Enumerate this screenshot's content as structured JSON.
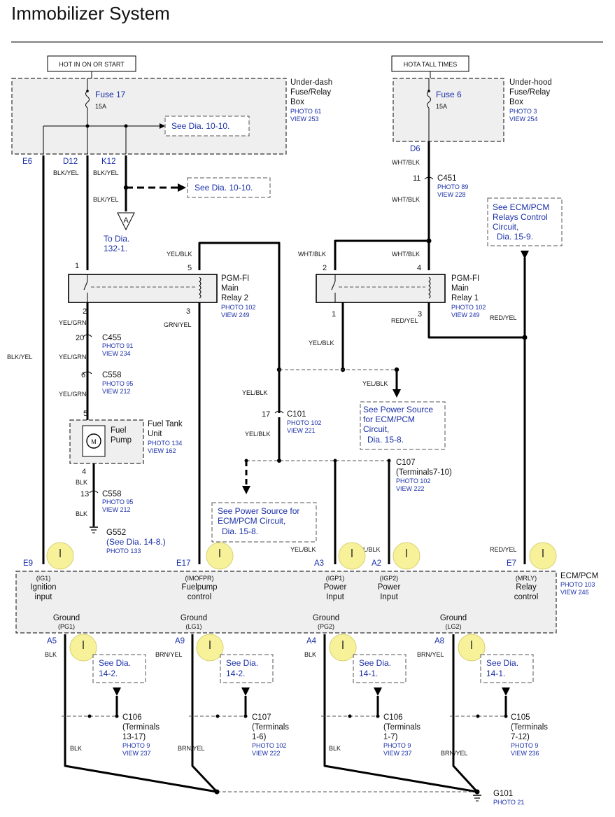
{
  "title": "Immobilizer System",
  "hot_labels": {
    "left": "HOT IN ON OR START",
    "right": "HOTA TALL TIMES"
  },
  "underdash": {
    "fuse": "Fuse 17",
    "amps": "15A",
    "line1": "Under-dash",
    "line2": "Fuse/Relay",
    "line3": "Box",
    "photo": "PHOTO 61",
    "view": "VIEW 253",
    "see_dia": "See Dia.  10-10."
  },
  "underhood": {
    "fuse": "Fuse 6",
    "amps": "15A",
    "line1": "Under-hood",
    "line2": "Fuse/Relay",
    "line3": "Box",
    "photo": "PHOTO 3",
    "view": "VIEW 254"
  },
  "pins": {
    "e6": "E6",
    "d12": "D12",
    "k12": "K12",
    "d6": "D6",
    "e9": "E9",
    "e17": "E17",
    "a3": "A3",
    "a2": "A2",
    "e7": "E7",
    "a5": "A5",
    "a9": "A9",
    "a4": "A4",
    "a8": "A8"
  },
  "wires": {
    "blk_yel": "BLK/YEL",
    "wht_blk": "WHT/BLK",
    "yel_blk": "YEL/BLK",
    "yel_grn": "YEL/GRN",
    "grn_yel": "GRN/YEL",
    "red_yel": "RED/YEL",
    "blk": "BLK",
    "brn_yel": "BRN/YEL"
  },
  "see_dia_k12": "See Dia.  10-10.",
  "to_dia": {
    "marker": "A",
    "line1": "To Dia.",
    "line2": "132-1."
  },
  "c451": {
    "pin": "11",
    "name": "C451",
    "photo": "PHOTO 89",
    "view": "VIEW 228"
  },
  "ecm_relays_ref": {
    "line1": "See ECM/PCM",
    "line2": "Relays Control",
    "line3": "Circuit,",
    "line4": "Dia.  15-9."
  },
  "relay2": {
    "pin1": "1",
    "pin5": "5",
    "pin2": "2",
    "pin3": "3",
    "name1": "PGM-FI",
    "name2": "Main",
    "name3": "Relay 2",
    "photo": "PHOTO 102",
    "view": "VIEW 249"
  },
  "relay1": {
    "pin2": "2",
    "pin4": "4",
    "pin1": "1",
    "pin3": "3",
    "name1": "PGM-FI",
    "name2": "Main",
    "name3": "Relay 1",
    "photo": "PHOTO 102",
    "view": "VIEW 249"
  },
  "c455": {
    "pin": "20",
    "name": "C455",
    "photo": "PHOTO 91",
    "view": "VIEW 234"
  },
  "c558a": {
    "pin": "6",
    "name": "C558",
    "photo": "PHOTO 95",
    "view": "VIEW 212"
  },
  "fuel_tank": {
    "pin_top": "5",
    "pin_bottom": "4",
    "motor": "M",
    "pump1": "Fuel",
    "pump2": "Pump",
    "name1": "Fuel Tank",
    "name2": "Unit",
    "photo": "PHOTO 134",
    "view": "VIEW 162"
  },
  "c558b": {
    "pin": "13",
    "name": "C558",
    "photo": "PHOTO 95",
    "view": "VIEW 212"
  },
  "g552": {
    "name": "G552",
    "see": "(See Dia.  14-8.)",
    "photo": "PHOTO 133"
  },
  "c101": {
    "pin": "17",
    "name": "C101",
    "photo": "PHOTO 102",
    "view": "VIEW 221"
  },
  "ps_ref1": {
    "line1": "See Power Source",
    "line2": "for ECM/PCM",
    "line3": "Circuit,",
    "line4": "Dia.  15-8."
  },
  "ps_ref2": {
    "line1": "See Power Source for",
    "line2": "ECM/PCM Circuit,",
    "line3": "Dia.  15-8."
  },
  "c107_top": {
    "name": "C107",
    "terms": "(Terminals7-10)",
    "photo": "PHOTO 102",
    "view": "VIEW 222"
  },
  "ecm": {
    "name": "ECM/PCM",
    "photo": "PHOTO 103",
    "view": "VIEW 246",
    "inputs": [
      {
        "code": "(IG1)",
        "l1": "Ignition",
        "l2": "input"
      },
      {
        "code": "(IMOFPR)",
        "l1": "Fuelpump",
        "l2": "control"
      },
      {
        "code": "(IGP1)",
        "l1": "Power",
        "l2": "Input"
      },
      {
        "code": "(IGP2)",
        "l1": "Power",
        "l2": "Input"
      },
      {
        "code": "(MRLY)",
        "l1": "Relay",
        "l2": "control"
      }
    ],
    "grounds": [
      {
        "l1": "Ground",
        "code": "(PG1)"
      },
      {
        "l1": "Ground",
        "code": "(LG1)"
      },
      {
        "l1": "Ground",
        "code": "(PG2)"
      },
      {
        "l1": "Ground",
        "code": "(LG2)"
      }
    ]
  },
  "ground_refs": [
    {
      "l1": "See Dia.",
      "l2": "14-2."
    },
    {
      "l1": "See Dia.",
      "l2": "14-2."
    },
    {
      "l1": "See Dia.",
      "l2": "14-1."
    },
    {
      "l1": "See Dia.",
      "l2": "14-1."
    }
  ],
  "bottom_connectors": [
    {
      "name": "C106",
      "t1": "(Terminals",
      "t2": "13-17)",
      "photo": "PHOTO 9",
      "view": "VIEW 237"
    },
    {
      "name": "C107",
      "t1": "(Terminals",
      "t2": "1-6)",
      "photo": "PHOTO 102",
      "view": "VIEW 222"
    },
    {
      "name": "C106",
      "t1": "(Terminals",
      "t2": "1-7)",
      "photo": "PHOTO 9",
      "view": "VIEW 237"
    },
    {
      "name": "C105",
      "t1": "(Terminals",
      "t2": "7-12)",
      "photo": "PHOTO 9",
      "view": "VIEW 236"
    }
  ],
  "g101": {
    "name": "G101",
    "photo": "PHOTO 21"
  }
}
